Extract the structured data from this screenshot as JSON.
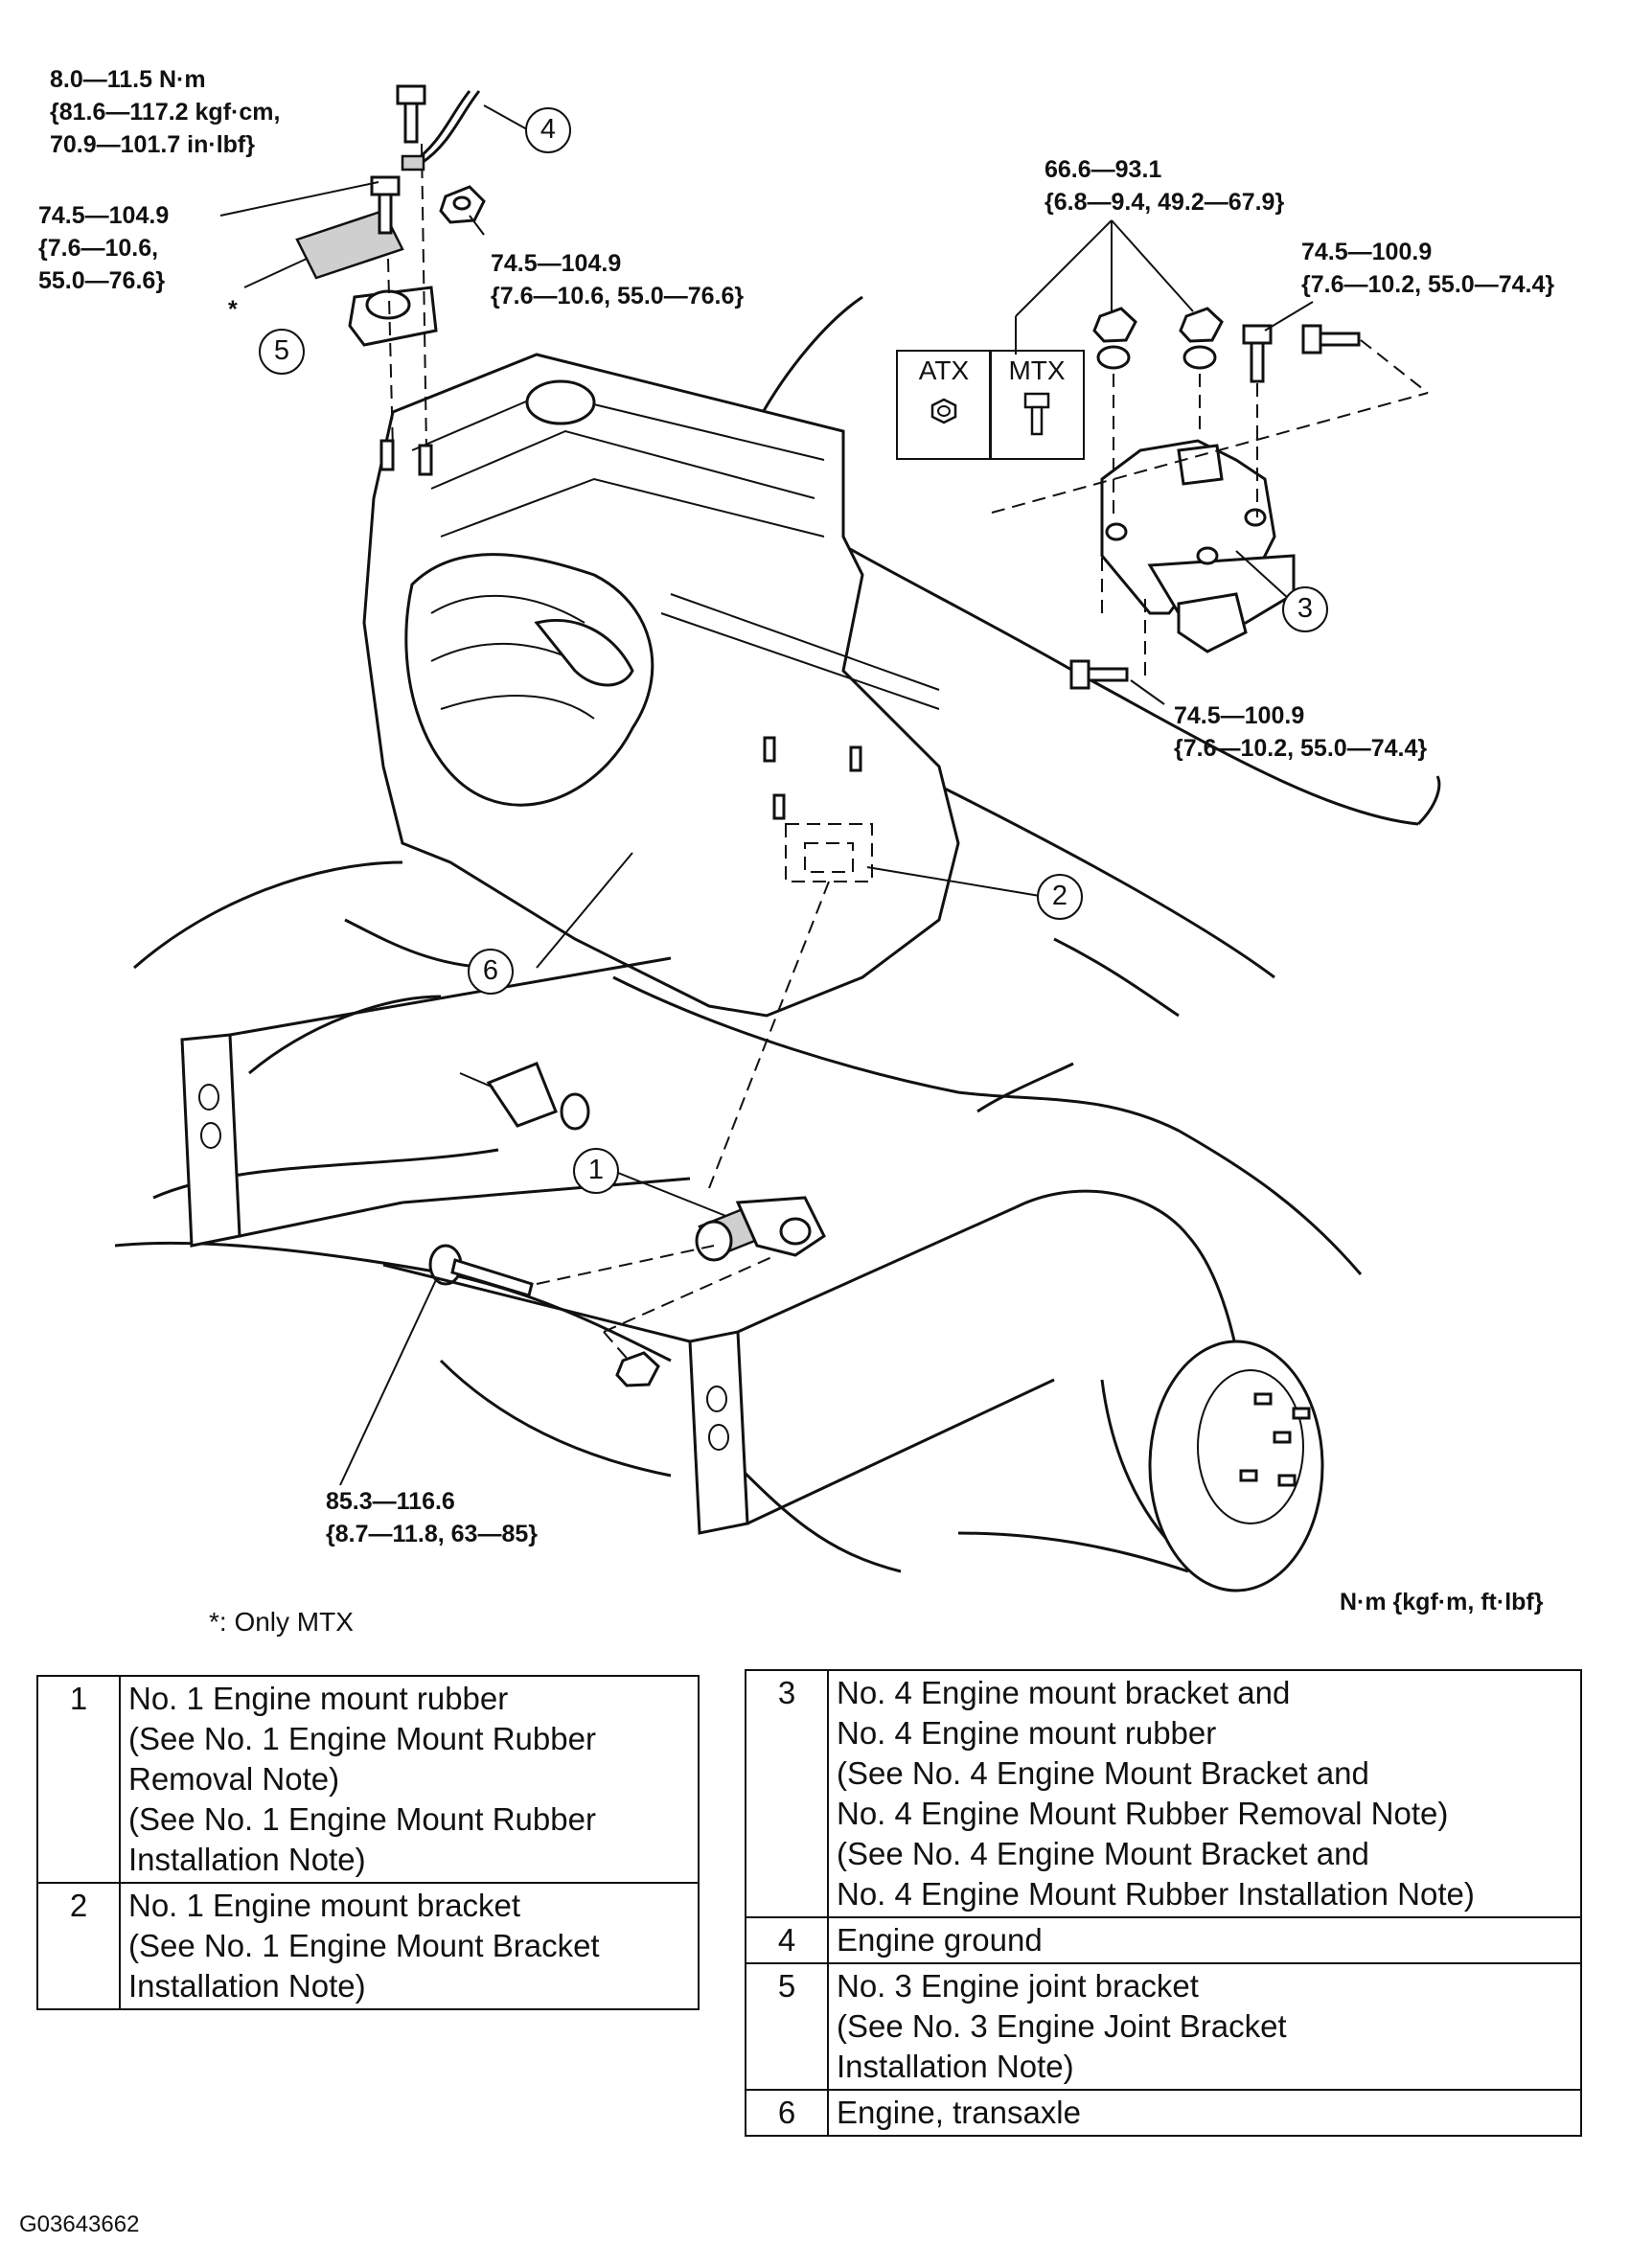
{
  "torque_labels": {
    "ground_bolt": [
      "8.0—11.5 N·m",
      "{81.6—117.2 kgf·cm,",
      "70.9—101.7 in·lbf}"
    ],
    "joint_bracket_bolt": [
      "74.5—104.9",
      "{7.6—10.6,",
      "55.0—76.6}"
    ],
    "joint_bracket_nut": [
      "74.5—104.9",
      "{7.6—10.6, 55.0—76.6}"
    ],
    "mount4_nuts": [
      "66.6—93.1",
      "{6.8—9.4, 49.2—67.9}"
    ],
    "mount4_side_bolt": [
      "74.5—100.9",
      "{7.6—10.2, 55.0—74.4}"
    ],
    "mount4_lower_bolt": [
      "74.5—100.9",
      "{7.6—10.2, 55.0—74.4}"
    ],
    "mount1_bolt": [
      "85.3—116.6",
      "{8.7—11.8, 63—85}"
    ]
  },
  "callouts": [
    "1",
    "2",
    "3",
    "4",
    "5",
    "6"
  ],
  "asterisk": "*",
  "atx_label": "ATX",
  "mtx_label": "MTX",
  "footnote": "*: Only MTX",
  "units": "N·m {kgf·m, ft·lbf}",
  "figure_id": "G03643662",
  "table_left": [
    {
      "no": "1",
      "lines": [
        "No. 1 Engine mount rubber",
        "(See No. 1 Engine Mount Rubber",
        "Removal Note)",
        "(See No. 1 Engine Mount Rubber",
        "Installation Note)"
      ]
    },
    {
      "no": "2",
      "lines": [
        "No. 1 Engine mount bracket",
        "(See No. 1 Engine Mount Bracket",
        "Installation Note)"
      ]
    }
  ],
  "table_right": [
    {
      "no": "3",
      "lines": [
        "No. 4 Engine mount bracket and",
        "No. 4 Engine mount rubber",
        "(See No. 4 Engine Mount Bracket and",
        "No. 4 Engine Mount Rubber Removal Note)",
        "(See No. 4 Engine Mount Bracket and",
        "No. 4 Engine Mount Rubber Installation Note)"
      ]
    },
    {
      "no": "4",
      "lines": [
        "Engine ground"
      ]
    },
    {
      "no": "5",
      "lines": [
        "No. 3 Engine joint bracket",
        "(See No. 3 Engine Joint Bracket",
        "Installation Note)"
      ]
    },
    {
      "no": "6",
      "lines": [
        "Engine, transaxle"
      ]
    }
  ]
}
